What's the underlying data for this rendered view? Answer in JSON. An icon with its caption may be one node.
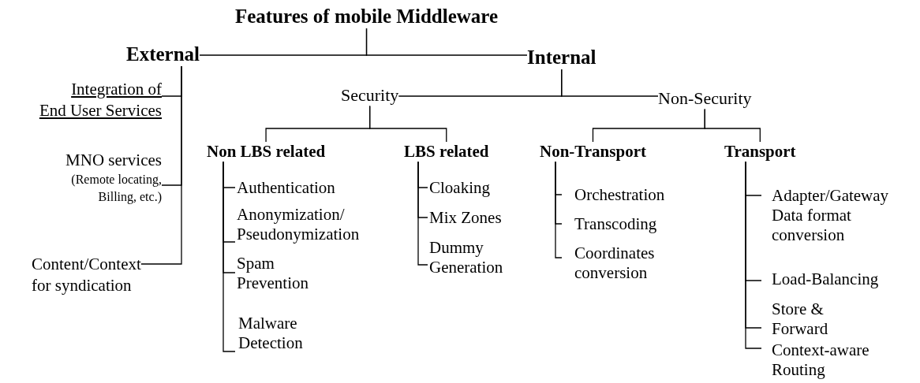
{
  "diagram": {
    "nodes": [
      {
        "text": [
          "Features of mobile Middleware"
        ]
      },
      {
        "text": [
          "External"
        ]
      },
      {
        "text": [
          "Internal"
        ]
      },
      {
        "text": [
          "Integration of End User Services"
        ]
      },
      {
        "text": [
          "MNO services",
          "(Remote locating, Billing, etc.)"
        ]
      },
      {
        "text": [
          "Content/Context for syndication"
        ]
      },
      {
        "text": [
          "Security"
        ]
      },
      {
        "text": [
          "Non-Security"
        ]
      },
      {
        "text": [
          "Non LBS related"
        ]
      },
      {
        "text": [
          "LBS related"
        ]
      },
      {
        "text": [
          "Non-Transport"
        ]
      },
      {
        "text": [
          "Transport"
        ]
      },
      {
        "text": [
          "Authentication"
        ]
      },
      {
        "text": [
          "Anonymization/ Pseudonymization"
        ]
      },
      {
        "text": [
          "Spam Prevention"
        ]
      },
      {
        "text": [
          "Malware Detection"
        ]
      },
      {
        "text": [
          "Cloaking"
        ]
      },
      {
        "text": [
          "Mix Zones"
        ]
      },
      {
        "text": [
          "Dummy Generation"
        ]
      },
      {
        "text": [
          "Orchestration"
        ]
      },
      {
        "text": [
          "Transcoding"
        ]
      },
      {
        "text": [
          "Coordinates conversion"
        ]
      },
      {
        "text": [
          "Adapter/Gateway Data format conversion"
        ]
      },
      {
        "text": [
          "Load-Balancing"
        ]
      },
      {
        "text": [
          "Store & Forward"
        ]
      },
      {
        "text": [
          "Context-aware Routing"
        ]
      }
    ],
    "edges": [
      {
        "from": 0,
        "to": 1,
        "arrow": "none"
      },
      {
        "from": 0,
        "to": 2,
        "arrow": "none"
      },
      {
        "from": 1,
        "to": 3,
        "arrow": "none"
      },
      {
        "from": 1,
        "to": 4,
        "arrow": "none"
      },
      {
        "from": 1,
        "to": 5,
        "arrow": "none"
      },
      {
        "from": 2,
        "to": 6,
        "arrow": "none"
      },
      {
        "from": 2,
        "to": 7,
        "arrow": "none"
      },
      {
        "from": 6,
        "to": 8,
        "arrow": "none"
      },
      {
        "from": 6,
        "to": 9,
        "arrow": "none"
      },
      {
        "from": 7,
        "to": 10,
        "arrow": "none"
      },
      {
        "from": 7,
        "to": 11,
        "arrow": "none"
      },
      {
        "from": 8,
        "to": 12,
        "arrow": "none"
      },
      {
        "from": 8,
        "to": 13,
        "arrow": "none"
      },
      {
        "from": 8,
        "to": 14,
        "arrow": "none"
      },
      {
        "from": 8,
        "to": 15,
        "arrow": "none"
      },
      {
        "from": 9,
        "to": 16,
        "arrow": "none"
      },
      {
        "from": 9,
        "to": 17,
        "arrow": "none"
      },
      {
        "from": 9,
        "to": 18,
        "arrow": "none"
      },
      {
        "from": 10,
        "to": 19,
        "arrow": "none"
      },
      {
        "from": 10,
        "to": 20,
        "arrow": "none"
      },
      {
        "from": 10,
        "to": 21,
        "arrow": "none"
      },
      {
        "from": 11,
        "to": 22,
        "arrow": "none"
      },
      {
        "from": 11,
        "to": 23,
        "arrow": "none"
      },
      {
        "from": 11,
        "to": 24,
        "arrow": "none"
      },
      {
        "from": 11,
        "to": 25,
        "arrow": "none"
      }
    ]
  }
}
